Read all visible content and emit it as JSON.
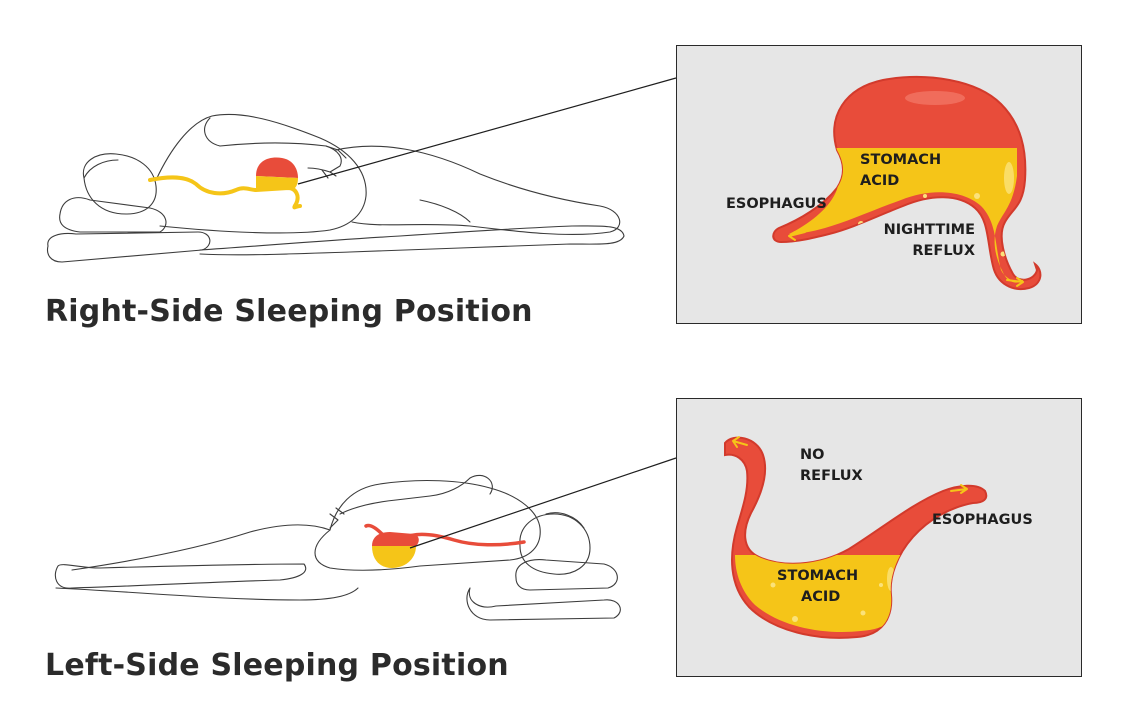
{
  "colors": {
    "stomach_red": "#e84c3a",
    "stomach_dark_red": "#d23a2c",
    "acid_yellow": "#f5c518",
    "acid_light": "#fbe27a",
    "inset_background": "#e6e6e6",
    "outline": "#4a4a4a",
    "text": "#2b2b2b"
  },
  "right_side": {
    "title": "Right-Side Sleeping Position",
    "labels": {
      "stomach_acid_line1": "STOMACH",
      "stomach_acid_line2": "ACID",
      "esophagus": "ESOPHAGUS",
      "reflux_line1": "NIGHTTIME",
      "reflux_line2": "REFLUX"
    }
  },
  "left_side": {
    "title": "Left-Side Sleeping Position",
    "labels": {
      "no_reflux_line1": "NO",
      "no_reflux_line2": "REFLUX",
      "esophagus": "ESOPHAGUS",
      "stomach_acid_line1": "STOMACH",
      "stomach_acid_line2": "ACID"
    }
  }
}
